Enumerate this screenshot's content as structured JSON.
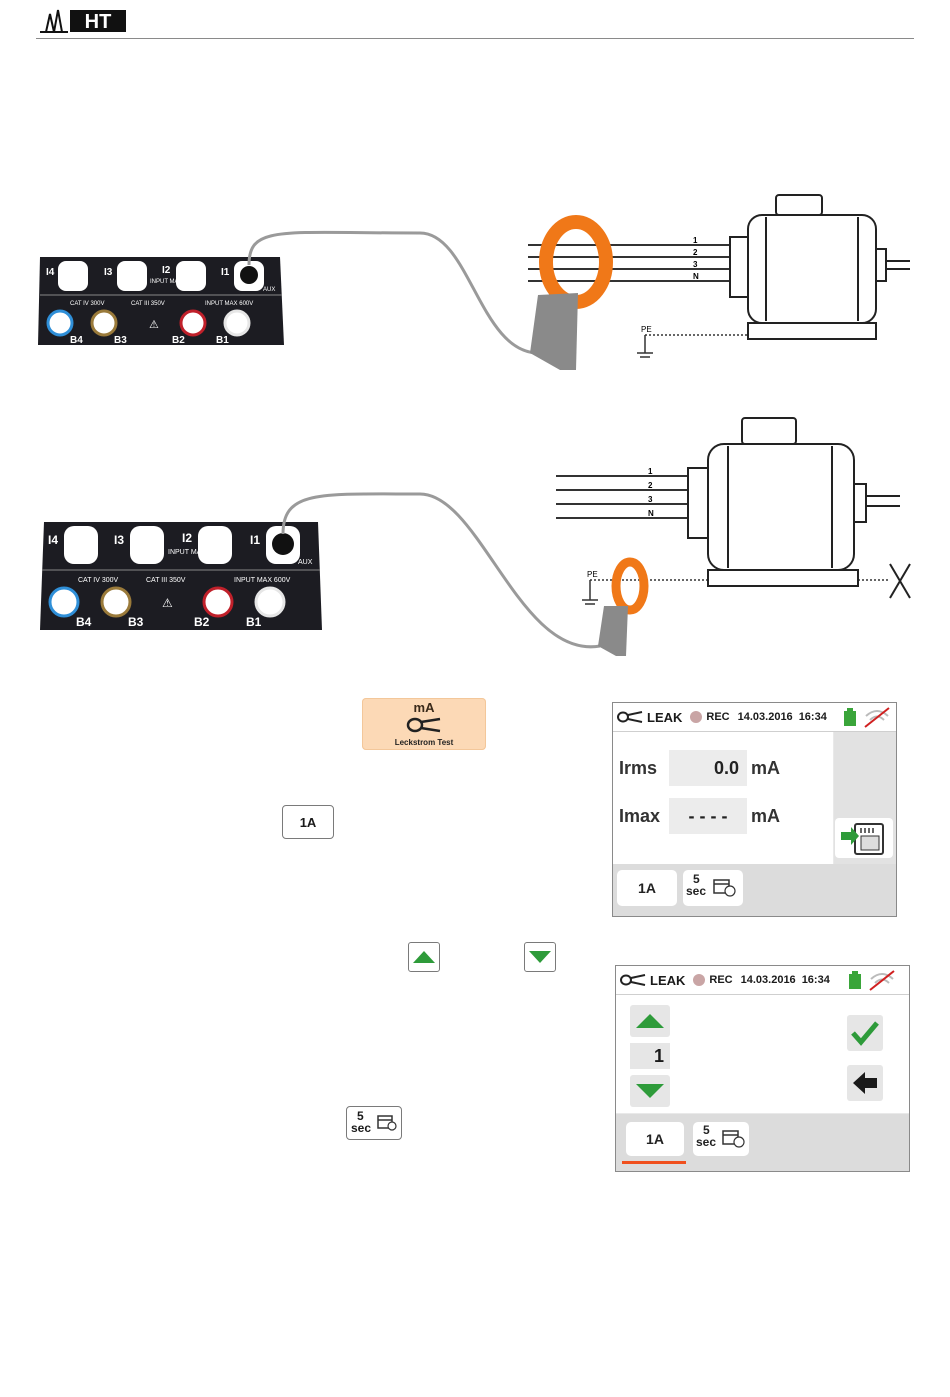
{
  "header": {
    "logo_text": "HT"
  },
  "diagram1": {
    "sockets_top": [
      "I4",
      "I3",
      "I2",
      "I1"
    ],
    "input_low": "INPUT\nMAX 5V",
    "aux": "AUX",
    "cat_iv": "CAT IV 300V",
    "cat_iii": "CAT III 350V",
    "input_high": "INPUT MAX 600V",
    "sockets_bottom": [
      "B4",
      "B3",
      "B2",
      "B1"
    ],
    "phases": [
      "1",
      "2",
      "3",
      "N"
    ],
    "pe": "PE"
  },
  "diagram2": {
    "sockets_top": [
      "I4",
      "I3",
      "I2",
      "I1"
    ],
    "input_low": "INPUT\nMAX 5V",
    "aux": "AUX",
    "cat_iv": "CAT IV 300V",
    "cat_iii": "CAT III 350V",
    "input_high": "INPUT MAX 600V",
    "sockets_bottom": [
      "B4",
      "B3",
      "B2",
      "B1"
    ],
    "phases": [
      "1",
      "2",
      "3",
      "N"
    ],
    "pe": "PE"
  },
  "doc_icons": {
    "leak_icon_unit": "mA",
    "leak_icon_label": "Leckstrom Test",
    "range_button": "1A",
    "sec_top": "5",
    "sec_bottom": "sec"
  },
  "screen1": {
    "mode": "LEAK",
    "rec": "REC",
    "date": "14.03.2016",
    "time": "16:34",
    "rows": [
      {
        "label": "Irms",
        "value": "0.0",
        "unit": "mA"
      },
      {
        "label": "Imax",
        "value": "- - - -",
        "unit": "mA"
      }
    ],
    "range_button": "1A",
    "sec_top": "5",
    "sec_bottom": "sec"
  },
  "screen2": {
    "mode": "LEAK",
    "rec": "REC",
    "date": "14.03.2016",
    "time": "16:34",
    "value": "1",
    "range_button": "1A",
    "sec_top": "5",
    "sec_bottom": "sec"
  },
  "colors": {
    "accent_orange": "#f0501e",
    "clamp_orange": "#f07818",
    "arrow_green": "#2e9b3a",
    "battery_green": "#3aa53a"
  }
}
